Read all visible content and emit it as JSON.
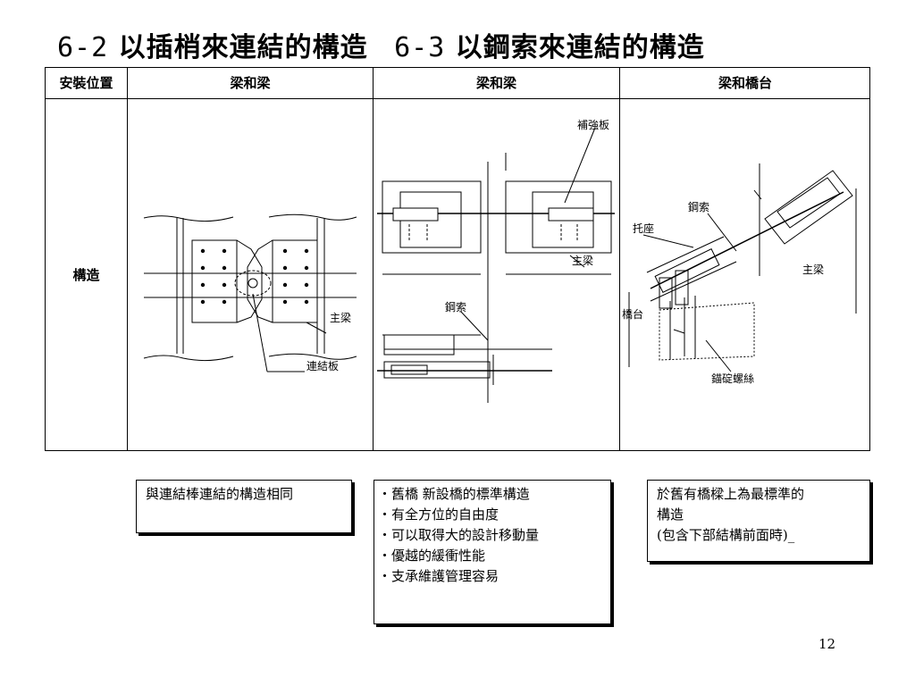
{
  "title": {
    "part1_num": "6-2",
    "part1_text": "以插梢來連結的構造",
    "part2_num": "6-3",
    "part2_text": "以鋼索來連結的構造"
  },
  "table": {
    "header": {
      "position": "安裝位置",
      "col1": "梁和梁",
      "col2": "梁和梁",
      "col3": "梁和橋台"
    },
    "row_label": "構造"
  },
  "diagrams": {
    "pin": {
      "main_girder": "主梁",
      "link_plate": "連結板"
    },
    "cable_girder": {
      "reinforce_plate": "補強板",
      "main_girder": "主梁",
      "cable": "鋼索"
    },
    "cable_abutment": {
      "cable": "鋼索",
      "bracket": "托座",
      "main_girder": "主梁",
      "abutment": "橋台",
      "anchor_bolt": "錨碇螺絲"
    }
  },
  "notes": {
    "note1": "與連結棒連結的構造相同",
    "note2": [
      "舊橋 新設橋的標準構造",
      "有全方位的自由度",
      "可以取得大的設計移動量",
      "優越的緩衝性能",
      "支承維護管理容易"
    ],
    "note3_line1": "於舊有橋樑上為最標準的",
    "note3_line2": "構造",
    "note3_line3": "(包含下部結構前面時)_"
  },
  "page_number": "12"
}
